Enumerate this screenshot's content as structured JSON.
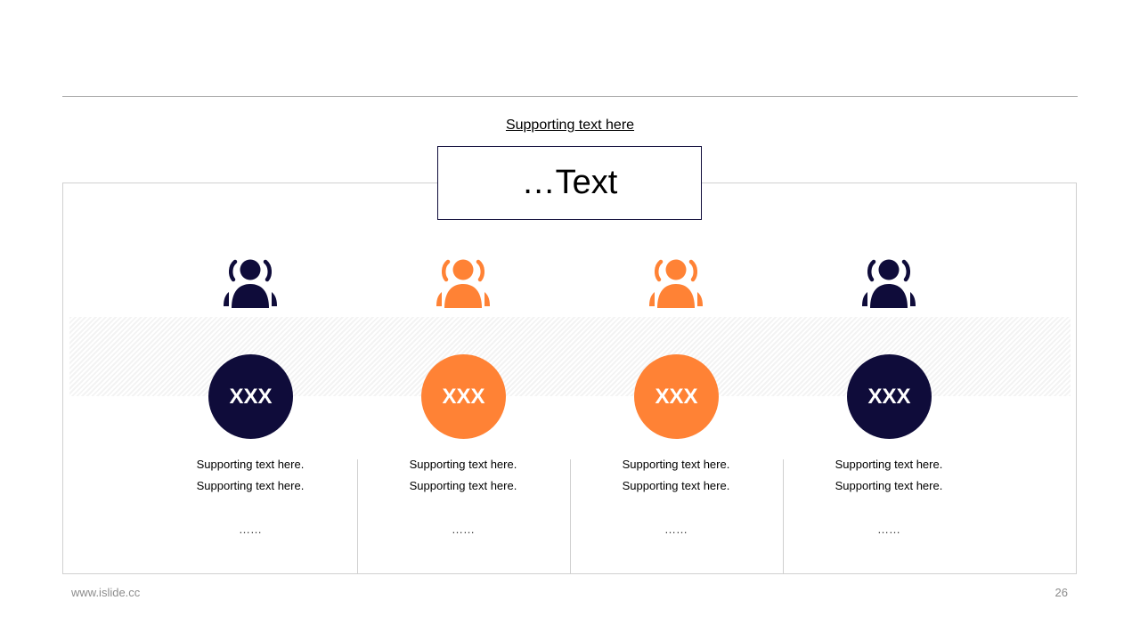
{
  "slide": {
    "subtitle": "Supporting text here",
    "title": "…Text",
    "footer_url": "www.islide.cc",
    "page_number": "26"
  },
  "colors": {
    "navy": "#0f0c3a",
    "orange": "#ff8235"
  },
  "items": [
    {
      "icon": "people-icon",
      "color": "#0f0c3a",
      "label": "XXX",
      "line1": "Supporting  text here.",
      "line2": "Supporting  text here.",
      "more": "……"
    },
    {
      "icon": "people-icon",
      "color": "#ff8235",
      "label": "XXX",
      "line1": "Supporting  text here.",
      "line2": "Supporting  text here.",
      "more": "……"
    },
    {
      "icon": "people-icon",
      "color": "#ff8235",
      "label": "XXX",
      "line1": "Supporting  text here.",
      "line2": "Supporting  text here.",
      "more": "……"
    },
    {
      "icon": "people-icon",
      "color": "#0f0c3a",
      "label": "XXX",
      "line1": "Supporting  text here.",
      "line2": "Supporting  text here.",
      "more": "……"
    }
  ]
}
